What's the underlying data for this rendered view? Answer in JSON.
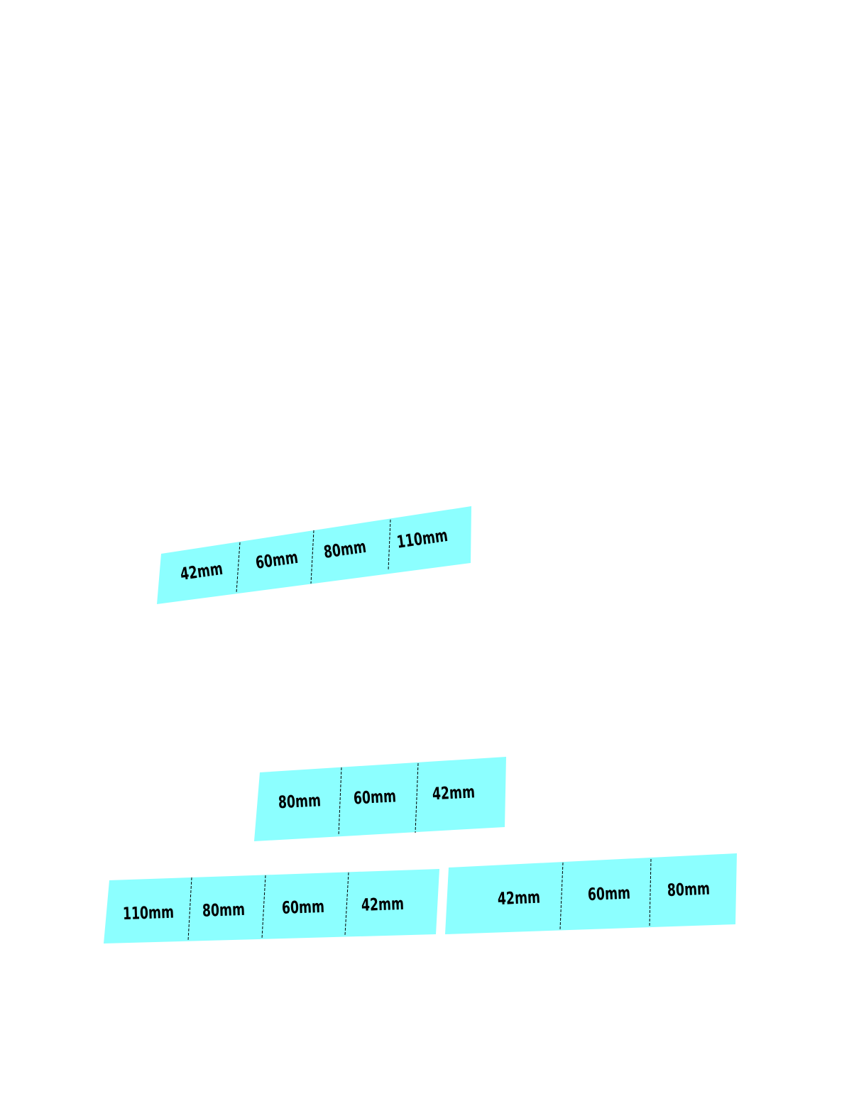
{
  "colors": {
    "background": "#ffffff",
    "strip_fill": "#8cffff",
    "text": "#000000",
    "divider": "#000000"
  },
  "strips": [
    {
      "name": "strip-top-angled",
      "labels": [
        "42mm",
        "60mm",
        "80mm",
        "110mm"
      ]
    },
    {
      "name": "strip-middle",
      "labels": [
        "80mm",
        "60mm",
        "42mm"
      ]
    },
    {
      "name": "strip-bottom-left",
      "labels": [
        "110mm",
        "80mm",
        "60mm",
        "42mm"
      ]
    },
    {
      "name": "strip-bottom-right",
      "labels": [
        "42mm",
        "60mm",
        "80mm"
      ]
    }
  ]
}
